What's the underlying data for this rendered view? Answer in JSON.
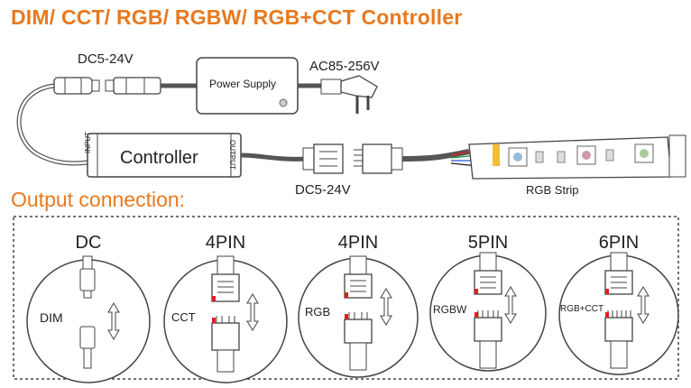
{
  "title": "DIM/ CCT/ RGB/ RGBW/ RGB+CCT Controller",
  "top": {
    "input_voltage": "DC5-24V",
    "ac_voltage": "AC85-256V",
    "power_supply": "Power Supply",
    "controller": "Controller",
    "input_port": "INPUT",
    "output_port": "OUTPUT",
    "output_voltage": "DC5-24V",
    "strip": "RGB Strip"
  },
  "output_section": {
    "heading": "Output connection:",
    "panels": [
      {
        "header": "DC",
        "label": "DIM"
      },
      {
        "header": "4PIN",
        "label": "CCT"
      },
      {
        "header": "4PIN",
        "label": "RGB"
      },
      {
        "header": "5PIN",
        "label": "RGBW"
      },
      {
        "header": "6PIN",
        "label": "RGB+CCT"
      }
    ]
  },
  "colors": {
    "accent": "#e8791f",
    "line": "#444444",
    "red_mark": "#e02020"
  }
}
